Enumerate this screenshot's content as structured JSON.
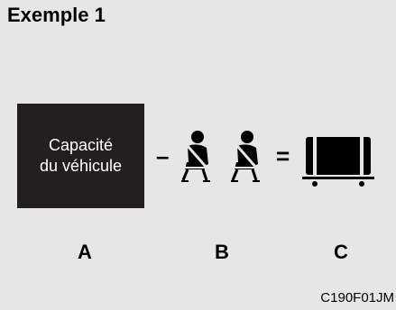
{
  "title": "Exemple 1",
  "capacity_box": {
    "line1": "Capacité",
    "line2": "du véhicule"
  },
  "operators": {
    "minus": "–",
    "equals": "="
  },
  "icons": {
    "occupant": "seated-occupant-with-seatbelt-icon",
    "cargo": "cargo-load-icon"
  },
  "labels": {
    "a": "A",
    "b": "B",
    "c": "C"
  },
  "figure_code": "C190F01JM",
  "colors": {
    "background": "#e6e6e6",
    "box": "#231f20",
    "box_text": "#ffffff",
    "ink": "#000000"
  }
}
